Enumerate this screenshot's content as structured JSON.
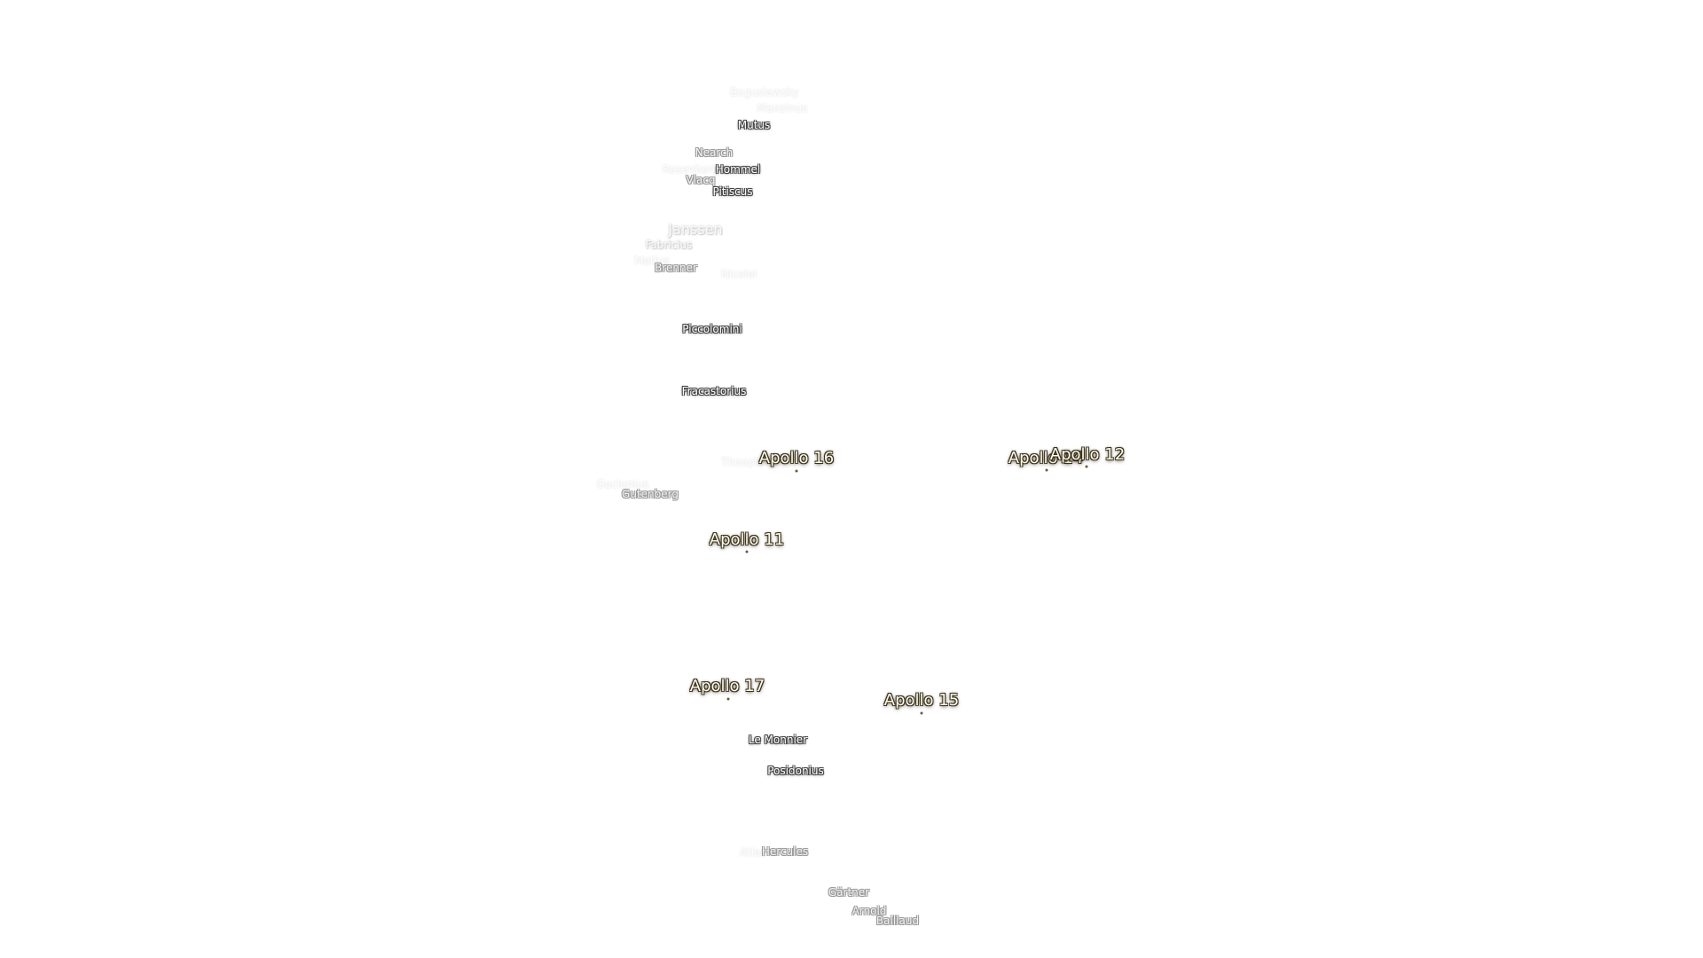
{
  "colors": {
    "background": "#ffffff",
    "apollo_label": "#fffbe9",
    "apollo_outline": "#3a3220",
    "crater_outline": "#444444"
  },
  "landing_sites": [
    {
      "id": "a11",
      "label": "Apollo 11"
    },
    {
      "id": "a12",
      "label": "Apollo 12"
    },
    {
      "id": "a14",
      "label": "Apollo 14"
    },
    {
      "id": "a15",
      "label": "Apollo 15"
    },
    {
      "id": "a16",
      "label": "Apollo 16"
    },
    {
      "id": "a17",
      "label": "Apollo 17"
    }
  ],
  "craters": {
    "boguslawsky": "Boguslawsky",
    "manzinus": "Manzinus",
    "mutus": "Mutus",
    "nearch": "Nearch",
    "rosenberger": "Rosenberger",
    "hommel": "Hommel",
    "vlacq": "Vlacq",
    "pitiscus": "Pitiscus",
    "janssen": "Janssen",
    "fabricius": "Fabricius",
    "metius": "Metius",
    "brenner": "Brenner",
    "nicolai": "Nicolai",
    "piccolomini": "Piccolomini",
    "fracastorius": "Fracastorius",
    "theophilus": "Theophilus",
    "goclenius": "Goclenius",
    "gutenberg": "Gutenberg",
    "le_monnier": "Le Monnier",
    "posidonius": "Posidonius",
    "atlas": "Atlas",
    "hercules": "Hercules",
    "gartner": "Gärtner",
    "arnold": "Arnold",
    "baillaud": "Baillaud"
  }
}
